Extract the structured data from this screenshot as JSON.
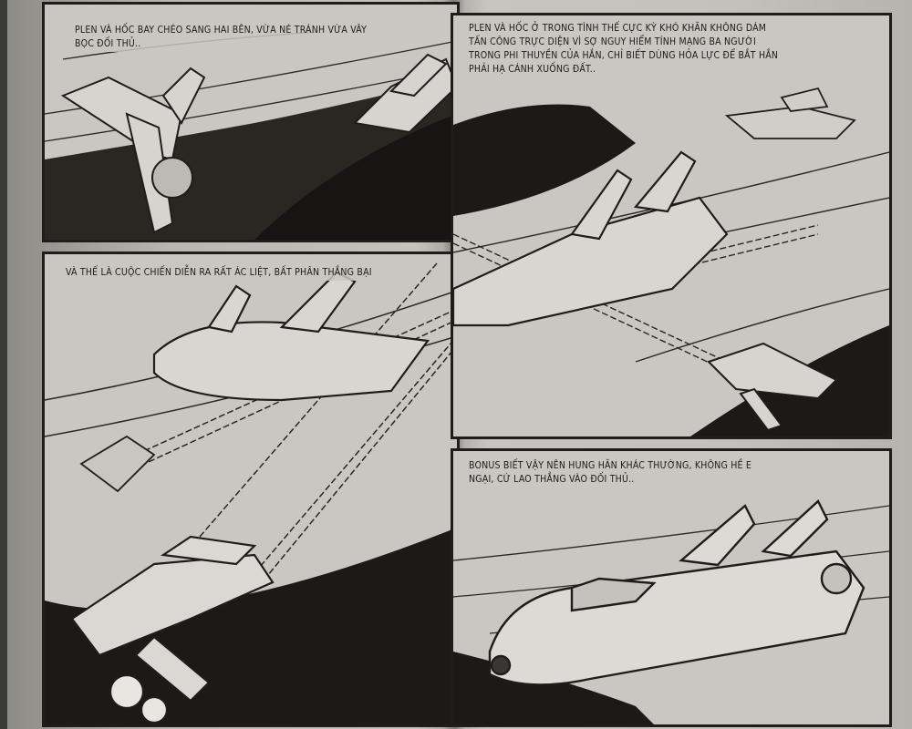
{
  "page": {
    "left": {
      "panel1": {
        "caption": "Plen và Hốc bay chéo sang hai bên, vừa né tránh vừa vây\nbọc đối thủ.."
      },
      "panel2": {
        "caption": "Và thế là cuộc chiến diễn ra rất ác liệt, bất phân thắng bại"
      }
    },
    "right": {
      "panel1": {
        "caption": "Plen và Hốc ở trong tình thế cực kỳ khó khăn không dám\ntấn công trực diện vì sợ nguy hiểm tính mạng ba người\ntrong phi thuyền của hắn, chỉ biết dùng hỏa lực để bắt hắn\nphải hạ cánh xuống đất.."
      },
      "panel2": {
        "caption": "Bonus biết vậy nên hung hăn khác thường, không hề e\nngại, cứ lao thẳng vào đối thủ.."
      }
    }
  },
  "colors": {
    "paper": "#c9c7c1",
    "ink": "#1f1d1a",
    "background": "#3a3a36"
  }
}
